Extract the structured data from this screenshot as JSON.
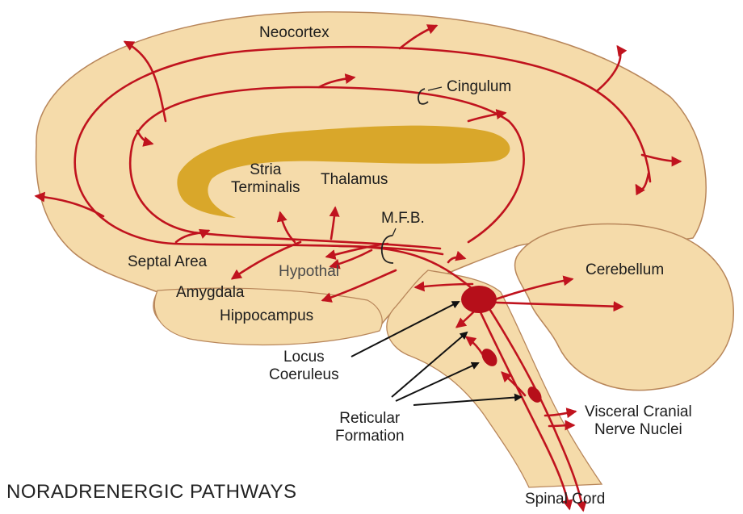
{
  "diagram": {
    "title": "NORADRENERGIC PATHWAYS",
    "labels": {
      "neocortex": "Neocortex",
      "cingulum": "Cingulum",
      "stria_terminalis": "Stria\nTerminalis",
      "thalamus": "Thalamus",
      "mfb": "M.F.B.",
      "septal_area": "Septal Area",
      "hypothal": "Hypothal",
      "amygdala": "Amygdala",
      "hippocampus": "Hippocampus",
      "cerebellum": "Cerebellum",
      "locus_coeruleus": "Locus\nCoeruleus",
      "reticular_formation": "Reticular\nFormation",
      "visceral_cranial_nerve_nuclei": "Visceral Cranial\nNerve Nuclei",
      "spinal_cord": "Spinal Cord"
    },
    "colors": {
      "brain_fill": "#f5dbaa",
      "outline": "#b8865a",
      "fornix": "#d9a72a",
      "pathway": "#c0131e",
      "nucleus": "#b60f1a",
      "pointer": "#111111"
    }
  }
}
